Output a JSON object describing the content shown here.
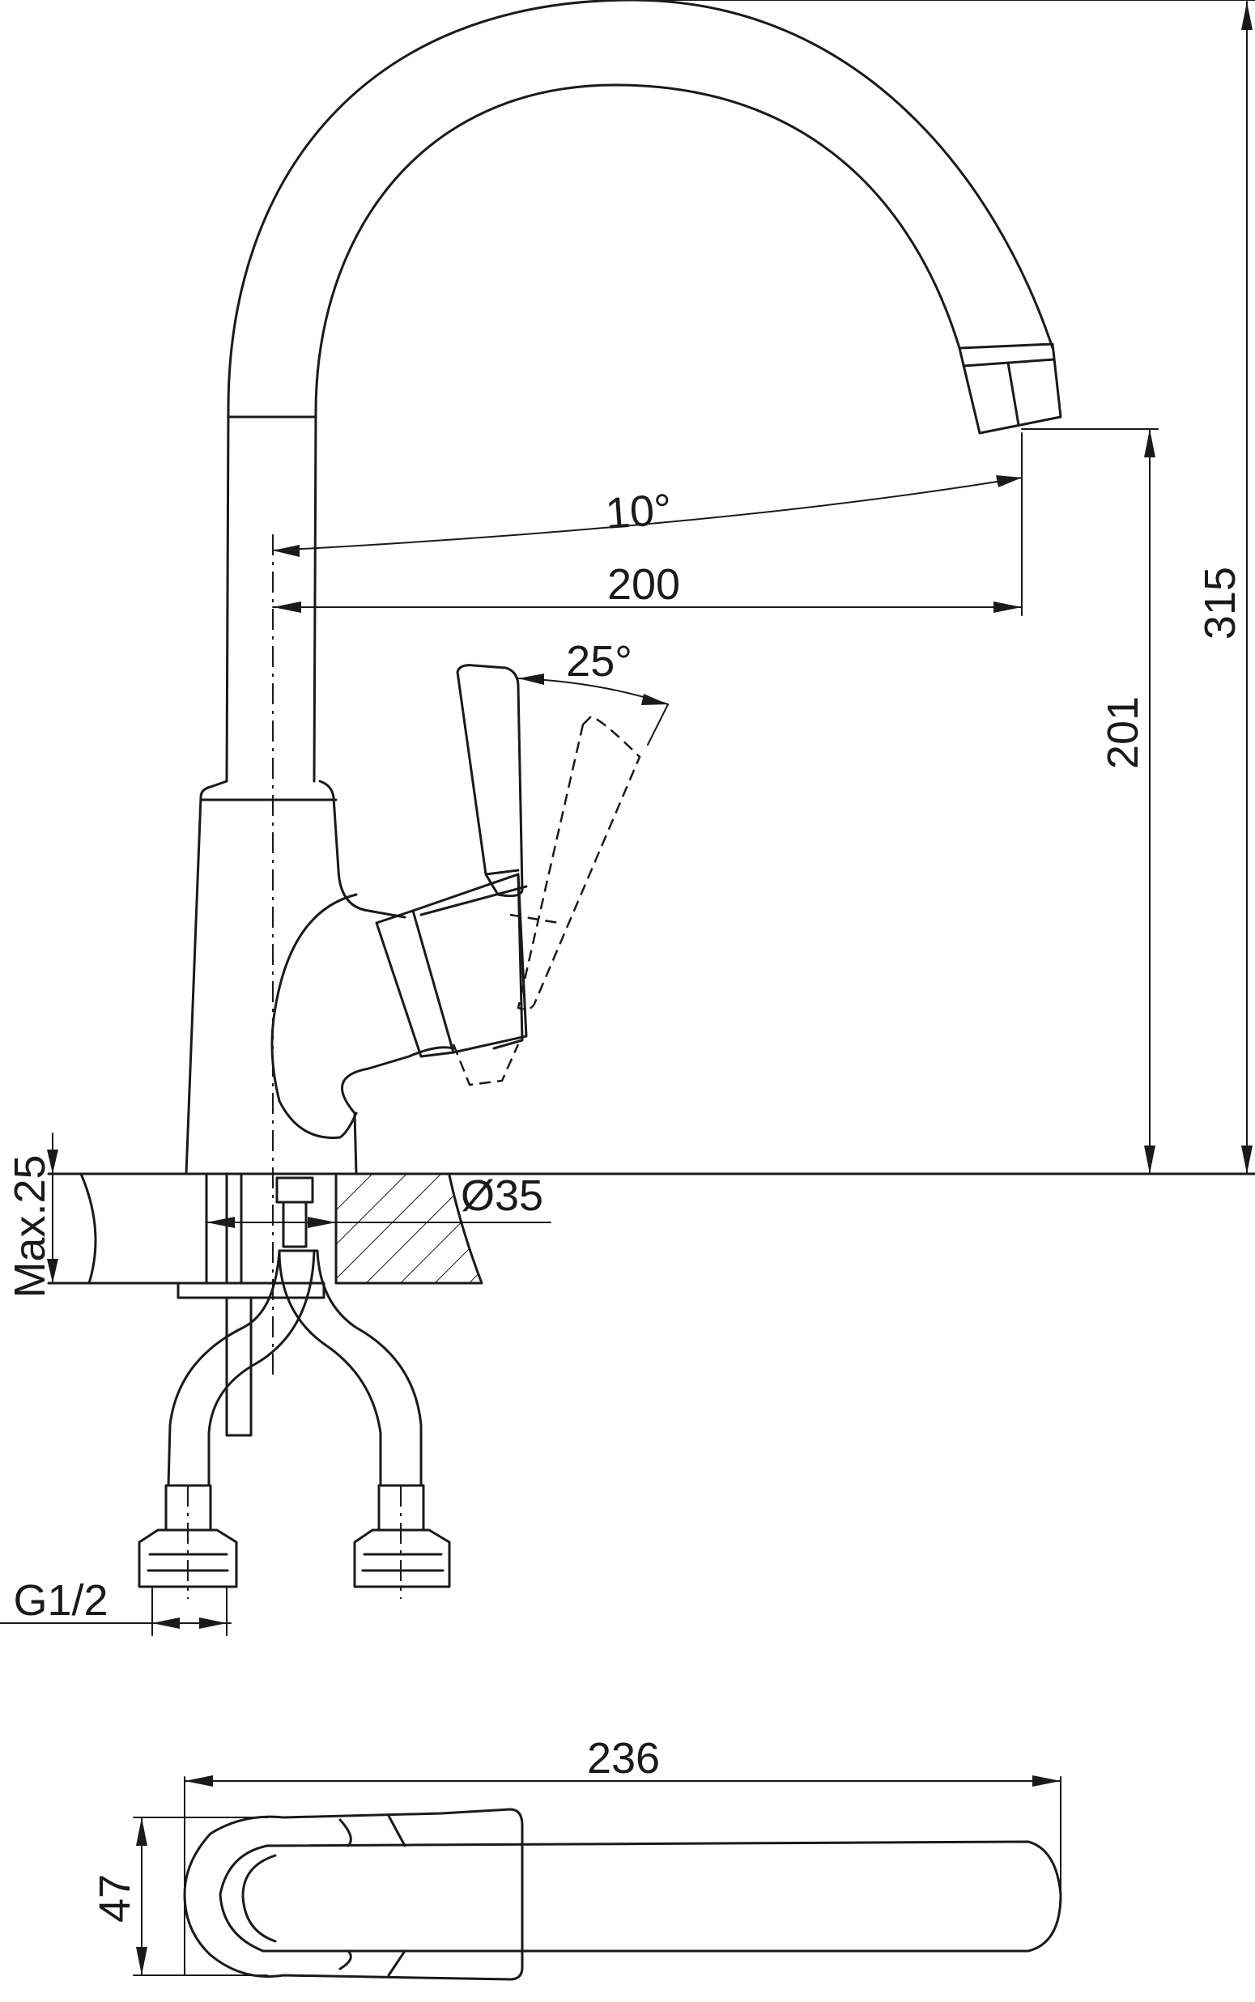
{
  "dimensions": {
    "angle_spout": "10°",
    "spout_reach": "200",
    "lever_angle": "25°",
    "spout_height": "201",
    "total_height": "315",
    "counter_thickness": "Max.25",
    "hole_diameter": "Ø35",
    "thread": "G1/2",
    "top_length": "236",
    "top_width": "47"
  },
  "colors": {
    "line": "#1a1a1a",
    "background": "#ffffff"
  }
}
